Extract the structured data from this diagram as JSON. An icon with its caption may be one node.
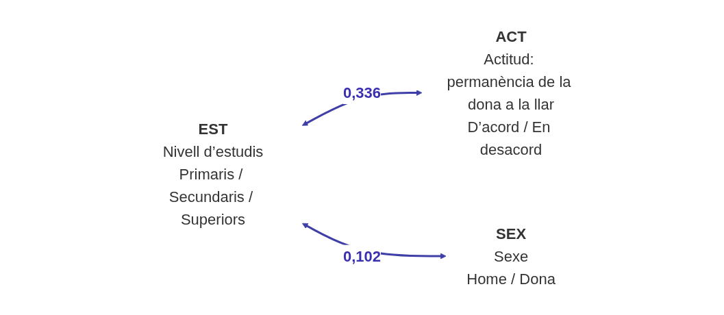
{
  "diagram": {
    "nodes": [
      {
        "text": [
          "ACT",
          "Actitud: permanència de la dona a la llar",
          "D’acord / En desacord"
        ]
      },
      {
        "text": [
          "EST",
          "Nivell d’estudis",
          "Primaris / Secundaris / Superiors"
        ]
      },
      {
        "text": [
          "SEX",
          "Sexe",
          "Home / Dona"
        ]
      }
    ],
    "edges": [
      {
        "from": 1,
        "to": 0,
        "arrow": "both",
        "label": "0,336"
      },
      {
        "from": 1,
        "to": 2,
        "arrow": "both",
        "label": "0,102"
      }
    ]
  }
}
